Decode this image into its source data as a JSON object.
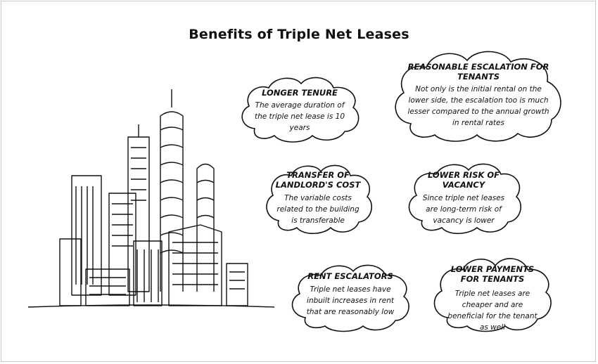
{
  "title": "Benefits of Triple Net Leases",
  "benefits": [
    {
      "heading": "LONGER TENURE",
      "text": "The average duration of the triple net lease is 10 years"
    },
    {
      "heading": "REASONABLE ESCALATION FOR TENANTS",
      "text": "Not only is the initial rental on the lower side, the escalation too is much lesser compared to the annual growth in rental rates"
    },
    {
      "heading": "TRANSFER OF LANDLORD'S COST",
      "text": "The variable costs related to the building is transferable"
    },
    {
      "heading": "LOWER RISK OF VACANCY",
      "text": "Since triple net leases are long-term risk of vacancy is lower"
    },
    {
      "heading": "RENT ESCALATORS",
      "text": "Triple net leases have inbuilt increases in rent that are reasonably low"
    },
    {
      "heading": "LOWER PAYMENTS FOR TENANTS",
      "text": "Triple net leases are cheaper and are beneficial for the tenant as well"
    }
  ],
  "colors": {
    "ink": "#111111",
    "background": "#ffffff"
  },
  "illustration": "city-skyline-sketch"
}
